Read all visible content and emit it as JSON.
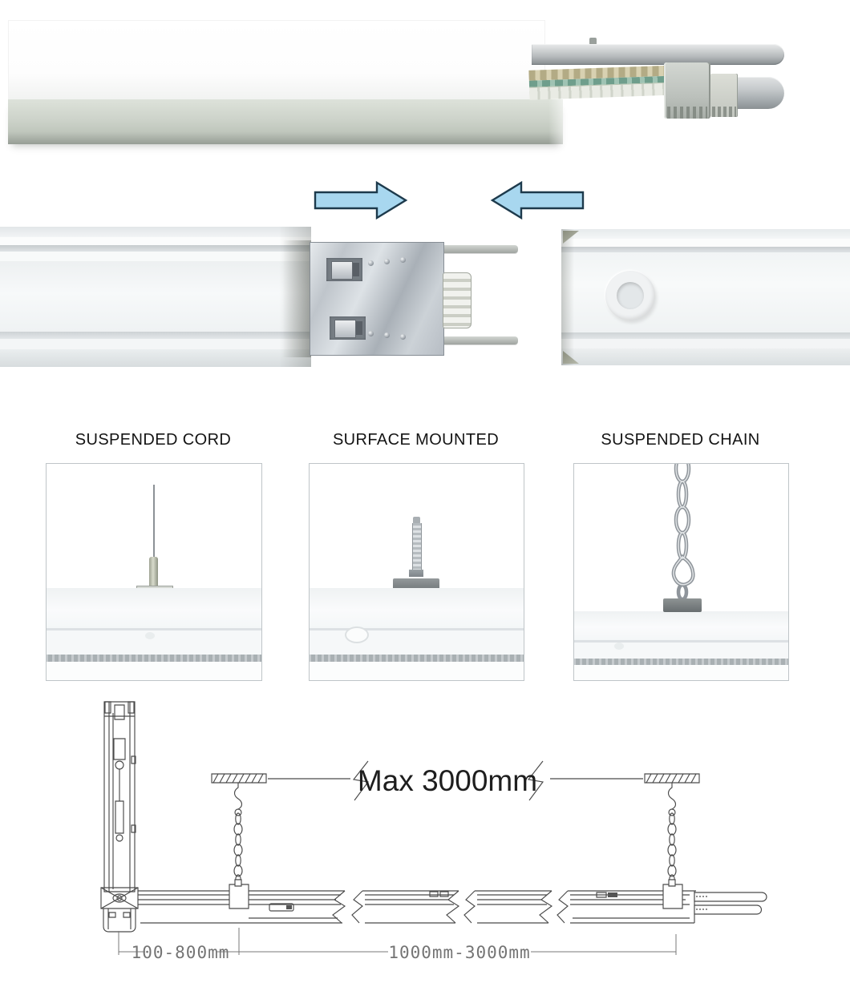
{
  "mounting_options": [
    {
      "label": "SUSPENDED CORD"
    },
    {
      "label": "SURFACE MOUNTED"
    },
    {
      "label": "SUSPENDED CHAIN"
    }
  ],
  "installation_diagram": {
    "max_span_label": "Max 3000mm",
    "left_dimension_label": "100-800mm",
    "right_dimension_label": "1000mm-3000mm"
  },
  "colors": {
    "arrow_fill": "#a8d7ef",
    "arrow_stroke": "#1d3a4c"
  }
}
